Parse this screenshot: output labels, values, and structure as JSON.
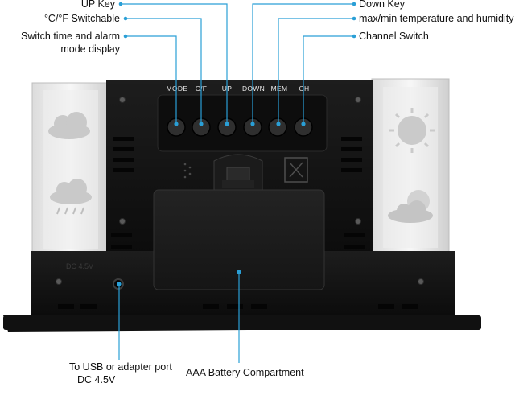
{
  "callouts": {
    "up_key": "UP Key",
    "cf_switch": "°C/°F Switchable",
    "time_alarm_line1": "Switch time and alarm",
    "time_alarm_line2": "mode display",
    "down_key": "Down Key",
    "maxmin": "max/min temperature and humidity",
    "channel": "Channel Switch",
    "battery": "AAA Battery Compartment",
    "usb_line1": "To USB or adapter port",
    "usb_line2": "DC 4.5V"
  },
  "buttons": {
    "mode": "MODE",
    "cf": "C/F",
    "up": "UP",
    "down": "DOWN",
    "mem": "MEM",
    "ch": "CH"
  },
  "device": {
    "port_marking": "DC 4.5V"
  },
  "colors": {
    "accent": "#2a9fd6",
    "body": "#141414",
    "panel": "#1c1c1c"
  }
}
